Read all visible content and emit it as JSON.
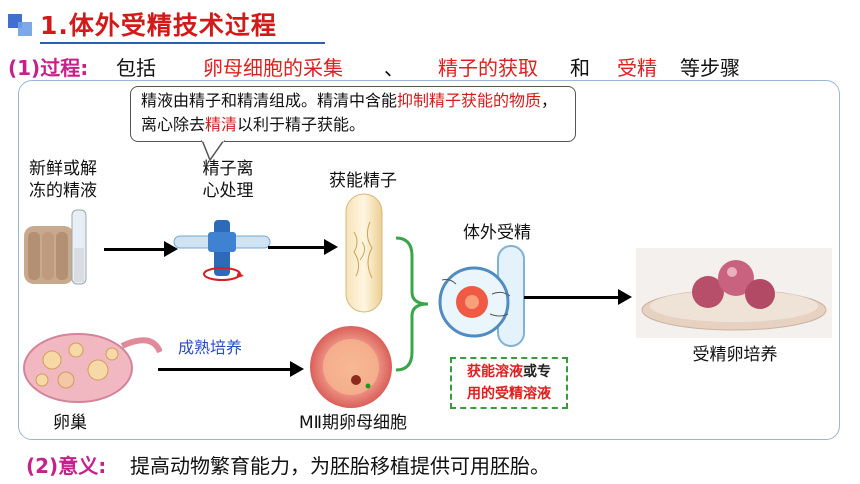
{
  "title": "1.体外受精技术过程",
  "process": {
    "label": "(1)过程:",
    "prefix": "包括",
    "blank1": "卵母细胞的采集",
    "sep1": "、",
    "blank2": "精子的获取",
    "sep2": "和",
    "blank3": "受精",
    "suffix": "等步骤"
  },
  "callout": {
    "part1": "精液由精子和精清组成。精清中含能",
    "red1": "抑制精子获能的物质",
    "part2": "，离心除去",
    "red2": "精清",
    "part3": "以利于精子获能。"
  },
  "diagram": {
    "semen_label_line1": "新鲜或解",
    "semen_label_line2": "冻的精液",
    "centrifuge_line1": "精子离",
    "centrifuge_line2": "心处理",
    "capacitated_label": "获能精子",
    "ivf_label": "体外受精",
    "culture_label": "受精卵培养",
    "maturation_label": "成熟培养",
    "ovary_label": "卵巢",
    "oocyte_label": "MⅡ期卵母细胞",
    "solution_red1": "获能溶液",
    "solution_or": "或专",
    "solution_red2": "用的受精溶液"
  },
  "meaning": {
    "label": "(2)意义:",
    "text": "提高动物繁育能力，为胚胎移植提供可用胚胎。"
  },
  "colors": {
    "title": "#d21a1a",
    "label": "#c8208b",
    "blank": "#e02020",
    "accent": "#2a4cc9",
    "dash": "#3a9b3a"
  }
}
